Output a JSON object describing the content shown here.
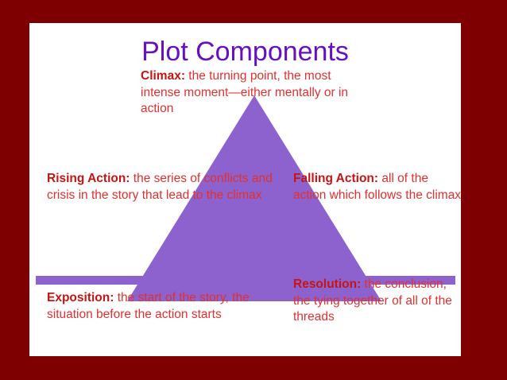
{
  "slide": {
    "title": "Plot Components",
    "border_color": "#7E0000",
    "canvas_color": "#FFFFFF",
    "title_color": "#6610C0",
    "diagram_color": "#8E62CE",
    "label_color": "#E03030",
    "lead_color": "#C41414"
  },
  "diagram": {
    "shape": "plot-arc-triangle",
    "baseline_label": "story-timeline-baseline"
  },
  "blocks": {
    "climax": {
      "lead": "Climax:",
      "body": " the turning point, the most intense moment—either mentally or in action"
    },
    "rising_action": {
      "lead": "Rising Action:",
      "body": " the series of conflicts and crisis in the story that lead to the climax"
    },
    "falling_action": {
      "lead": "Falling Action:",
      "body": " all of the action which follows the climax"
    },
    "exposition": {
      "lead": "Exposition:",
      "body": "  the start of the story, the situation before the action starts"
    },
    "resolution": {
      "lead": "Resolution:",
      "body": " the conclusion, the tying together of all of the threads"
    }
  }
}
